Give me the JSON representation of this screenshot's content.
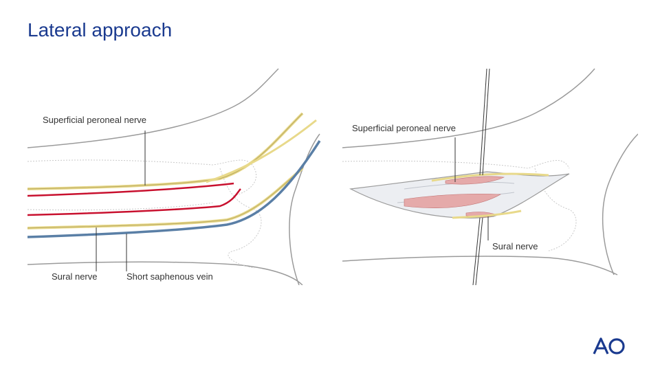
{
  "slide": {
    "title": "Lateral approach"
  },
  "left_panel": {
    "labels": {
      "superficial_peroneal_nerve": "Superficial peroneal nerve",
      "sural_nerve": "Sural nerve",
      "short_saphenous_vein": "Short saphenous vein"
    }
  },
  "right_panel": {
    "labels": {
      "superficial_peroneal_nerve": "Superficial peroneal nerve",
      "sural_nerve": "Sural nerve"
    }
  },
  "logo": {
    "text": "AO",
    "color": "#1a3a8f"
  },
  "colors": {
    "title": "#1a3a8f",
    "nerve": "#e8d98a",
    "artery": "#c8102e",
    "vein": "#5a7fa6",
    "outline": "#9a9a9a",
    "muscle": "#d98a8a"
  }
}
